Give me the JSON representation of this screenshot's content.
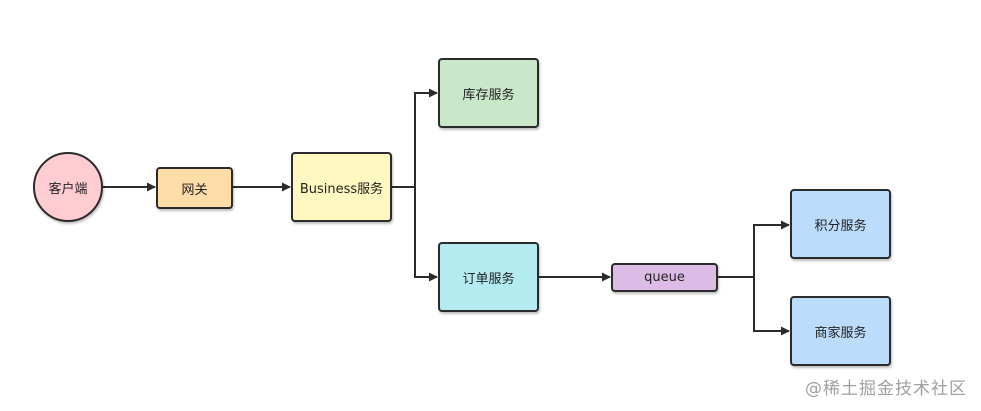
{
  "nodes": {
    "client": {
      "label": "客户端",
      "fill": "#ffccd2"
    },
    "gateway": {
      "label": "网关",
      "fill": "#ffdca8"
    },
    "business": {
      "label": "Business服务",
      "fill": "#fff8c0"
    },
    "inventory": {
      "label": "库存服务",
      "fill": "#c9e7c9"
    },
    "order": {
      "label": "订单服务",
      "fill": "#b3ebf0"
    },
    "queue": {
      "label": "queue",
      "fill": "#dcbce6"
    },
    "points": {
      "label": "积分服务",
      "fill": "#bcdcfb"
    },
    "merchant": {
      "label": "商家服务",
      "fill": "#bcdcfb"
    }
  },
  "watermark": "@稀土掘金技术社区"
}
